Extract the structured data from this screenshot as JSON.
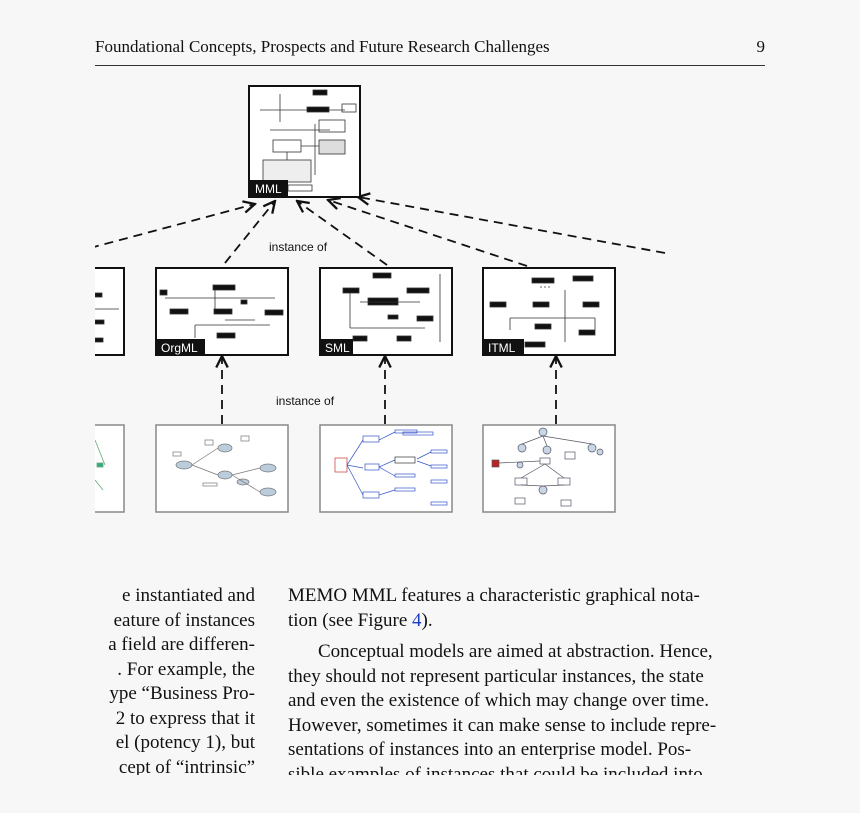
{
  "header": {
    "running_title": "Foundational Concepts, Prospects and Future Research Challenges",
    "page_number": "9"
  },
  "figure": {
    "top_box_label": "MML",
    "middle_labels": [
      "OrgML",
      "SML",
      "ITML"
    ],
    "annotation_top": "instance of",
    "annotation_bottom": "instance of"
  },
  "left_column": {
    "lines": [
      "e instantiated and",
      "eature of instances",
      "a field are differen-",
      ". For example, the",
      "ype “Business Pro-",
      "2 to express that it",
      "el (potency 1), but",
      "cept of “intrinsic”"
    ]
  },
  "right_column": {
    "p1_line1": "MEMO MML features a characteristic graphical nota-",
    "p1_line2_pre": "tion (see Figure ",
    "p1_line2_ref": "4",
    "p1_line2_post": ").",
    "p2_lines": [
      "Conceptual models are aimed at abstraction. Hence,",
      "they should not represent particular instances, the state",
      "and even the existence of which may change over time.",
      "However, sometimes it can make sense to include repre-",
      "sentations of instances into an enterprise model. Pos-",
      "sible examples of instances that could be included into"
    ]
  }
}
